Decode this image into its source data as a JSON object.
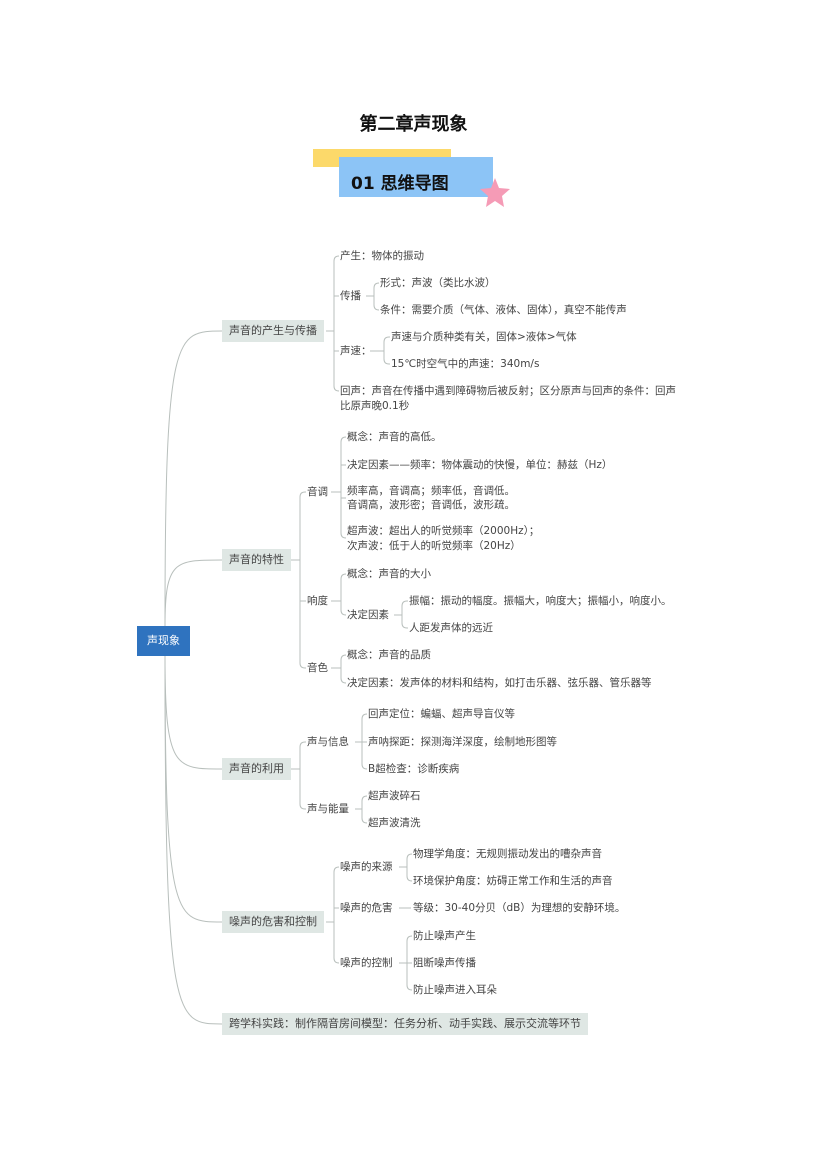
{
  "title": "第二章声现象",
  "subtitle": "01 思维导图",
  "root": "声现象",
  "colors": {
    "root": "#2f73bf",
    "l1_bg": "#dfe7e4",
    "yellow": "#fcd96a",
    "blue": "#8cc4f6",
    "star": "#f59bb6",
    "line": "#b8bfbc"
  },
  "g1": {
    "label": "声音的产生与传播",
    "produce": "产生：物体的振动",
    "spread": "传播",
    "spread_form": "形式：声波（类比水波）",
    "spread_cond": "条件：需要介质（气体、液体、固体），真空不能传声",
    "speed": "声速：",
    "speed_a": "声速与介质种类有关，固体>液体>气体",
    "speed_b": "15℃时空气中的声速：340m/s",
    "echo_1": "回声：声音在传播中遇到障碍物后被反射；区分原声与回声的条件：回声",
    "echo_2": "比原声晚0.1秒"
  },
  "g2": {
    "label": "声音的特性",
    "pitch": "音调",
    "pitch_a": "概念：声音的高低。",
    "pitch_b": "决定因素——频率：物体震动的快慢，单位：赫兹（Hz）",
    "pitch_c1": "频率高，音调高；频率低，音调低。",
    "pitch_c2": "音调高，波形密；音调低，波形疏。",
    "pitch_d1": "超声波：超出人的听觉频率（2000Hz）；",
    "pitch_d2": "次声波：低于人的听觉频率（20Hz）",
    "loud": "响度",
    "loud_a": "概念：声音的大小",
    "loud_b": "决定因素",
    "loud_b1": "振幅：振动的幅度。振幅大，响度大；振幅小，响度小。",
    "loud_b2": "人距发声体的远近",
    "timbre": "音色",
    "timbre_a": "概念：声音的品质",
    "timbre_b": "决定因素：发声体的材料和结构，如打击乐器、弦乐器、管乐器等"
  },
  "g3": {
    "label": "声音的利用",
    "info": "声与信息",
    "info_a": "回声定位：蝙蝠、超声导盲仪等",
    "info_b": "声呐探距：探测海洋深度，绘制地形图等",
    "info_c": "B超检查：诊断疾病",
    "energy": "声与能量",
    "energy_a": "超声波碎石",
    "energy_b": "超声波清洗"
  },
  "g4": {
    "label": "噪声的危害和控制",
    "source": "噪声的来源",
    "source_a": "物理学角度：无规则振动发出的嘈杂声音",
    "source_b": "环境保护角度：妨碍正常工作和生活的声音",
    "harm": "噪声的危害",
    "harm_a": "等级：30-40分贝（dB）为理想的安静环境。",
    "control": "噪声的控制",
    "control_a": "防止噪声产生",
    "control_b": "阻断噪声传播",
    "control_c": "防止噪声进入耳朵"
  },
  "g5": {
    "label": "跨学科实践：制作隔音房间模型：任务分析、动手实践、展示交流等环节"
  }
}
